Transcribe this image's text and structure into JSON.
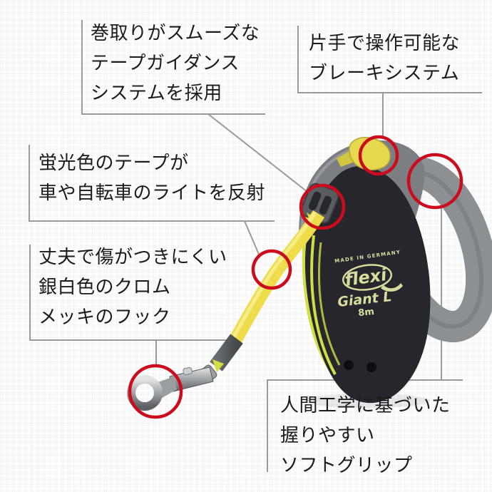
{
  "product": {
    "brand_logo": "flexi",
    "model": "Giant L",
    "tape_length": "8m",
    "made_in": "MADE IN GERMANY"
  },
  "callouts": {
    "tape_guidance": {
      "line1": "巻取りがスムーズな",
      "line2": "テープガイダンス",
      "line3": "システムを採用"
    },
    "brake_system": {
      "line1": "片手で操作可能な",
      "line2": "ブレーキシステム"
    },
    "fluorescent_tape": {
      "line1": "蛍光色のテープが",
      "line2": "車や自転車のライトを反射"
    },
    "chrome_hook": {
      "line1": "丈夫で傷がつきにくい",
      "line2": "銀白色のクロム",
      "line3": "メッキのフック"
    },
    "soft_grip": {
      "line1": "人間工学に基づいた",
      "line2": "握りやすい",
      "line3": "ソフトグリップ"
    }
  },
  "colors": {
    "highlight_ring": "#cc0c1c",
    "connector_line": "#9a9a9a",
    "body": "#26262c",
    "handle": "#8d9092",
    "casing": "#7b7e82",
    "tape": "#efdc4a",
    "neon_accent": "#cfdf45",
    "logo_text": "#d8dc9c",
    "text": "#1b1b1b"
  }
}
